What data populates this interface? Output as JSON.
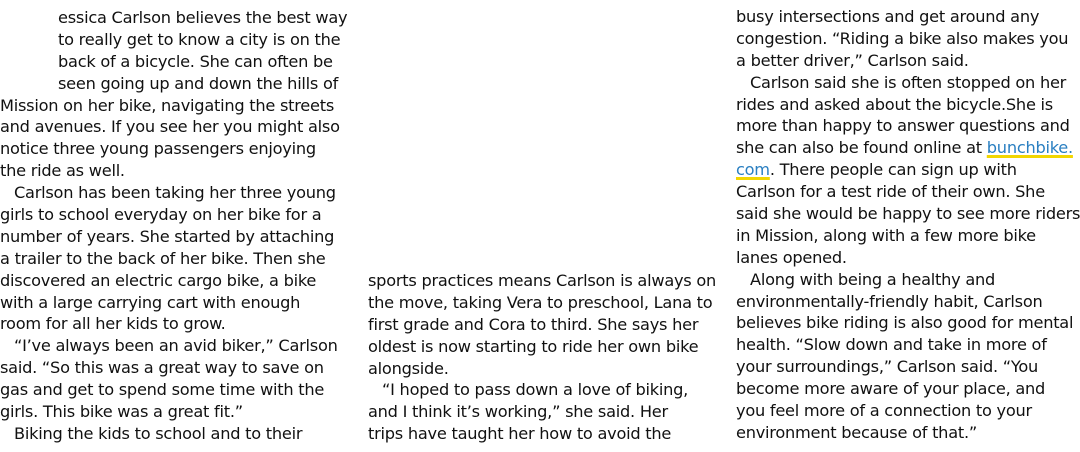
{
  "column_1": {
    "lines": [
      "essica Carlson believes the best way",
      "to really get to know a city is on the",
      "back of a bicycle. She can often be",
      "seen going up and down the hills of",
      "Mission on her bike, navigating the streets",
      "and avenues. If you see her you might also",
      "notice three young passengers enjoying",
      "the ride as well.",
      "Carlson has been taking her three young",
      "girls to school everyday on her bike for a",
      "number of years. She started by attaching",
      "a trailer to the back of her bike. Then she",
      "discovered an electric cargo bike, a bike",
      "with a large carrying cart with enough",
      "room for all her kids to grow.",
      "“I’ve always been an avid biker,” Carlson",
      "said. “So this was a great way to save on",
      "gas and get to spend some time with the",
      "girls. This bike was a great fit.”",
      "Biking the kids to school and to their"
    ]
  },
  "column_2": {
    "lines": [
      "sports practices means Carlson is always on",
      "the move, taking Vera to preschool, Lana to",
      "first grade and Cora to third. She says her",
      "oldest is now starting to ride her own bike",
      "alongside.",
      "“I hoped to pass down a love of biking,",
      "and I think it’s working,” she said. Her",
      "trips have taught her how to avoid the"
    ]
  },
  "column_3": {
    "lines": [
      "busy intersections and get around any",
      "congestion. “Riding a bike also makes you",
      "a better driver,” Carlson said.",
      "Carlson said she is often stopped on her",
      "rides and asked about the bicycle.She is",
      "more than happy to answer questions and",
      "she can also be found online at ",
      "bunchbike.",
      "com",
      ". There people can sign up with",
      "Carlson for a test ride of their own. She",
      "said she would be happy to see more riders",
      "in Mission, along with a few more bike",
      "lanes opened.",
      "Along with being a healthy and",
      "environmentally-friendly habit, Carlson",
      "believes bike riding is also good for mental",
      "health. “Slow down and take in more of",
      "your surroundings,” Carlson said. “You",
      "become more aware of your place, and",
      "you feel more of a connection to your",
      "environment because of that.”"
    ]
  },
  "colors": {
    "text": "#111111",
    "link": "#2a7fc1",
    "link_underline": "#f2d600"
  }
}
